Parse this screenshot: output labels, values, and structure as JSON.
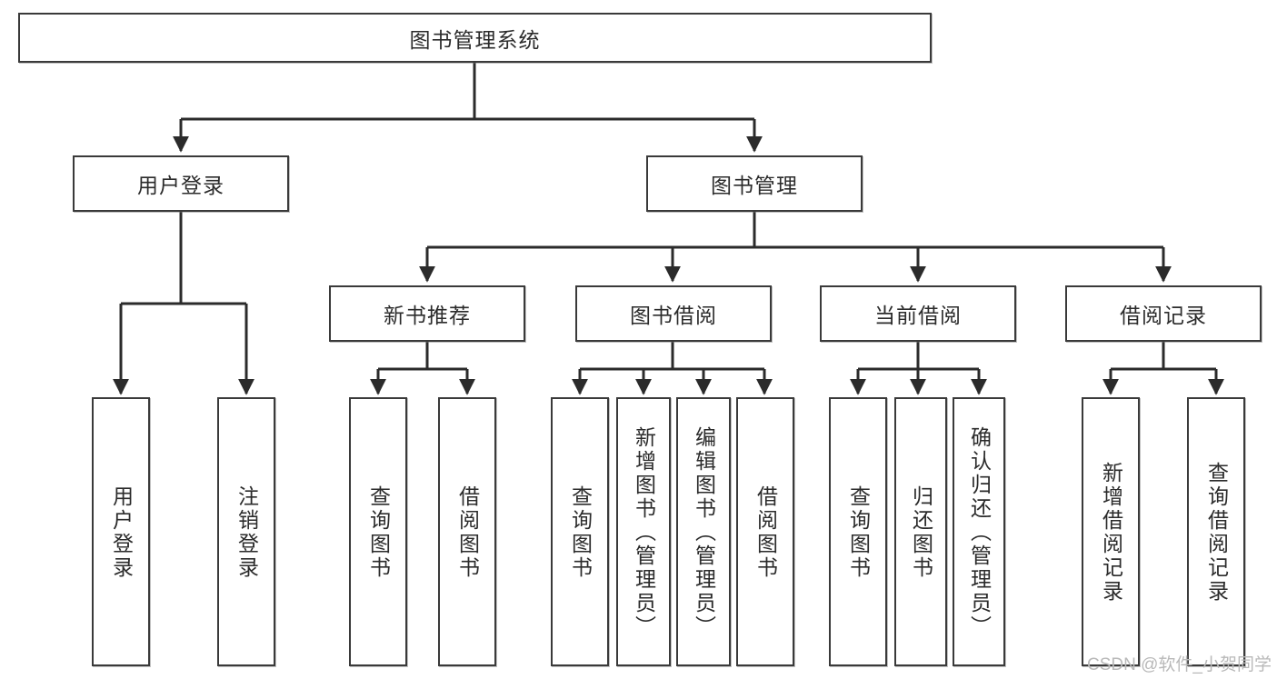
{
  "diagram": {
    "title": "图书管理系统",
    "watermark": "CSDN @软件_小贺同学",
    "colors": {
      "box_border": "#3a3a3a",
      "box_fill": "#ffffff",
      "text": "#2b2b2b",
      "connector": "#2b2b2b",
      "watermark": "#b9b9b9"
    },
    "root": {
      "label": "图书管理系统"
    },
    "level2": [
      {
        "label": "用户登录"
      },
      {
        "label": "图书管理"
      }
    ],
    "level3": [
      {
        "label": "新书推荐"
      },
      {
        "label": "图书借阅"
      },
      {
        "label": "当前借阅"
      },
      {
        "label": "借阅记录"
      }
    ],
    "leaves": {
      "user_login": [
        {
          "label": "用户登录"
        },
        {
          "label": "注销登录"
        }
      ],
      "new_book_recommend": [
        {
          "label": "查询图书"
        },
        {
          "label": "借阅图书"
        }
      ],
      "book_borrow": [
        {
          "label": "查询图书"
        },
        {
          "label": "新增图书（管理员）"
        },
        {
          "label": "编辑图书（管理员）"
        },
        {
          "label": "借阅图书"
        }
      ],
      "current_borrow": [
        {
          "label": "查询图书"
        },
        {
          "label": "归还图书"
        },
        {
          "label": "确认归还（管理员）"
        }
      ],
      "borrow_record": [
        {
          "label": "新增借阅记录"
        },
        {
          "label": "查询借阅记录"
        }
      ]
    }
  }
}
